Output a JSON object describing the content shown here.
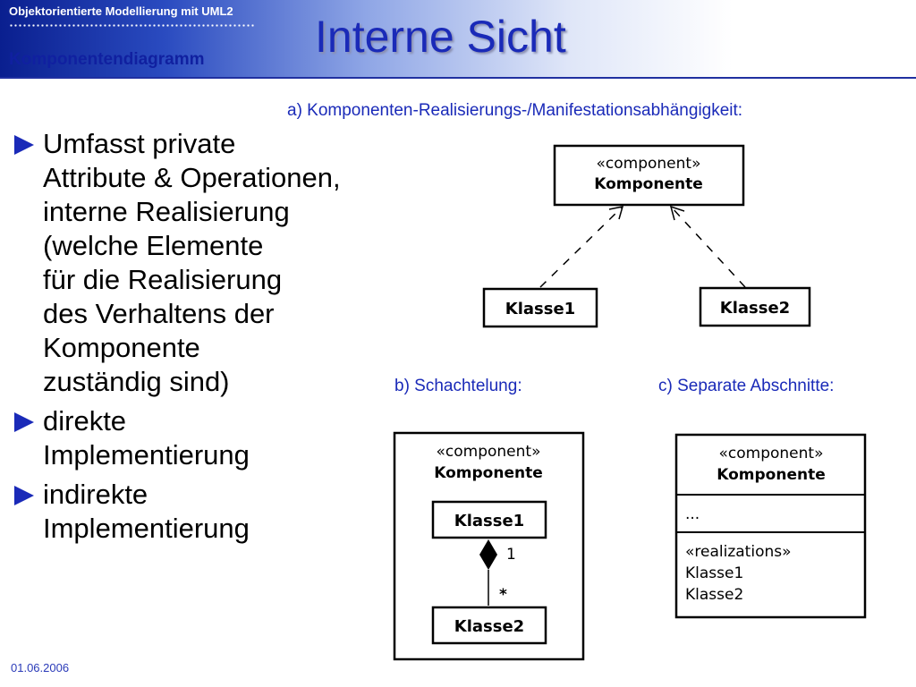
{
  "header": {
    "course_title": "Objektorientierte Modellierung mit UML2",
    "section_title": "Komponentendiagramm",
    "slide_title": "Interne Sicht"
  },
  "bullets": [
    "Umfasst private\nAttribute & Operationen,\ninterne Realisierung\n(welche Elemente\nfür die Realisierung\ndes Verhaltens der\nKomponente\nzuständig sind)",
    "direkte\nImplementierung",
    "indirekte\nImplementierung"
  ],
  "captions": {
    "a": "a) Komponenten-Realisierungs-/Manifestationsabhängigkeit:",
    "b": "b) Schachtelung:",
    "c": "c) Separate Abschnitte:"
  },
  "diagram_a": {
    "stereotype": "«component»",
    "component": "Komponente",
    "class1": "Klasse1",
    "class2": "Klasse2"
  },
  "diagram_b": {
    "stereotype": "«component»",
    "component": "Komponente",
    "class1": "Klasse1",
    "class2": "Klasse2",
    "mult_top": "1",
    "mult_bottom": "*"
  },
  "diagram_c": {
    "stereotype": "«component»",
    "component": "Komponente",
    "ellipsis": "...",
    "realizations": "«realizations»",
    "class1": "Klasse1",
    "class2": "Klasse2"
  },
  "footer": {
    "date": "01.06.2006"
  },
  "colors": {
    "accent": "#1a2ab8",
    "header_dark": "#0a1f8f"
  }
}
